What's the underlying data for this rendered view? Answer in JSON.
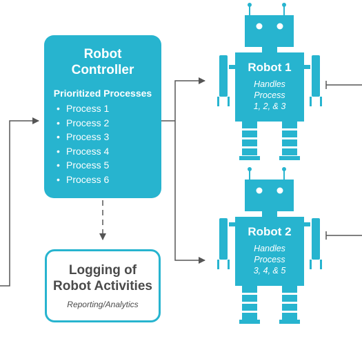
{
  "controller": {
    "title_line1": "Robot",
    "title_line2": "Controller",
    "subtitle": "Prioritized Processes",
    "processes": [
      "Process 1",
      "Process 2",
      "Process 3",
      "Process 4",
      "Process 5",
      "Process 6"
    ]
  },
  "logging": {
    "title_line1": "Logging of",
    "title_line2": "Robot Activities",
    "subtitle": "Reporting/Analytics"
  },
  "robots": [
    {
      "name": "Robot 1",
      "desc_line1": "Handles",
      "desc_line2": "Process",
      "desc_line3": "1, 2, & 3"
    },
    {
      "name": "Robot 2",
      "desc_line1": "Handles",
      "desc_line2": "Process",
      "desc_line3": "3, 4, & 5"
    }
  ],
  "colors": {
    "accent": "#27b4cf",
    "connector": "#555555",
    "text_dark": "#4a4a4a"
  }
}
